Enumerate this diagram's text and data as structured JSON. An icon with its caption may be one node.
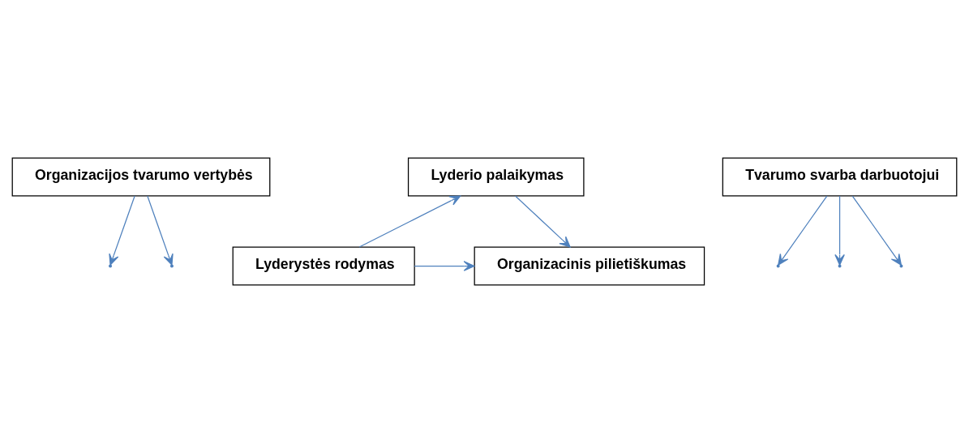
{
  "diagram": {
    "nodes": [
      {
        "text": [
          "Organizacijos tvarumo vertybės"
        ]
      },
      {
        "text": [
          "Lyderio palaikymas"
        ]
      },
      {
        "text": [
          "Lyderystės rodymas"
        ]
      },
      {
        "text": [
          "Organizacinis pilietiškumas"
        ]
      },
      {
        "text": [
          "Tvarumo svarba darbuotojui"
        ]
      }
    ],
    "edges": [
      {
        "from": 2,
        "to": 1,
        "arrow": "to"
      },
      {
        "from": 1,
        "to": 3,
        "arrow": "to"
      },
      {
        "from": 2,
        "to": 3,
        "arrow": "to"
      },
      {
        "from": 0,
        "to": null,
        "arrow": "to"
      },
      {
        "from": 0,
        "to": null,
        "arrow": "to"
      },
      {
        "from": 4,
        "to": null,
        "arrow": "to"
      },
      {
        "from": 4,
        "to": null,
        "arrow": "to"
      },
      {
        "from": 4,
        "to": null,
        "arrow": "to"
      }
    ]
  }
}
